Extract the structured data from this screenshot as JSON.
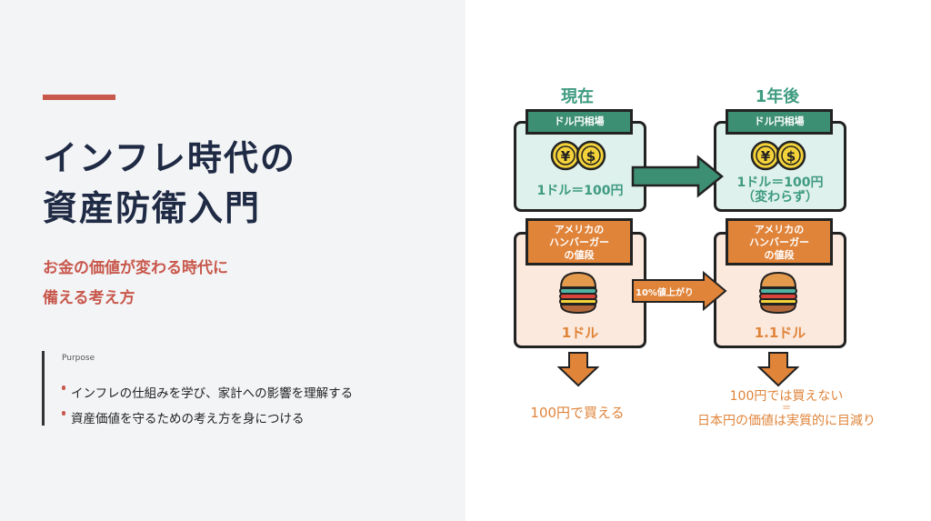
{
  "title": {
    "line1": "インフレ時代の",
    "line2": "資産防衛入門"
  },
  "subtitle": {
    "line1": "お金の価値が変わる時代に",
    "line2": "備える考え方"
  },
  "purpose": {
    "label": "Purpose",
    "items": [
      "インフレの仕組みを学び、家計への影響を理解する",
      "資産価値を守るための考え方を身につける"
    ]
  },
  "diagram": {
    "now": {
      "heading": "現在",
      "rate_tag": "ドル円相場",
      "rate": "1ドル＝100円",
      "price_tag": [
        "アメリカの",
        "ハンバーガー",
        "の値段"
      ],
      "price": "1ドル",
      "result": "100円で買える"
    },
    "later": {
      "heading": "1年後",
      "rate_tag": "ドル円相場",
      "rate": "1ドル＝100円",
      "rate_note": "（変わらず）",
      "price_tag": [
        "アメリカの",
        "ハンバーガー",
        "の値段"
      ],
      "price": "1.1ドル",
      "result": [
        "100円では買えない",
        "＝",
        "日本円の価値は実質的に目減り"
      ]
    },
    "price_arrow": "10%値上がり",
    "coin_symbols": [
      "¥",
      "$"
    ]
  },
  "colors": {
    "accent": "#c8584c",
    "navy": "#1f2a44",
    "green": "#3d8f74",
    "orange": "#e0843a"
  }
}
